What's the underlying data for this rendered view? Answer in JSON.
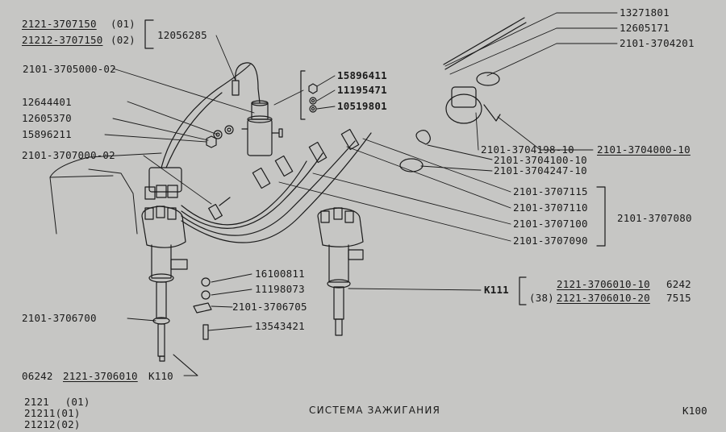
{
  "title": "СИСТЕМА  ЗАЖИГАНИЯ",
  "page_code": "К100",
  "models": [
    {
      "code": "2121",
      "variant": "(01)"
    },
    {
      "code": "21211",
      "variant": "(01)"
    },
    {
      "code": "21212",
      "variant": "(02)"
    }
  ],
  "parts": {
    "p2121_3707150": "2121-3707150",
    "p2121_3707150_var": "(01)",
    "p21212_3707150": "21212-3707150",
    "p21212_3707150_var": "(02)",
    "p12056285": "12056285",
    "p2101_3705000_02": "2101-3705000-02",
    "p15896411": "15896411",
    "p11195471": "11195471",
    "p10519801": "10519801",
    "p12644401": "12644401",
    "p12605370": "12605370",
    "p15896211": "15896211",
    "p2101_3707000_02": "2101-3707000-02",
    "p13271801": "13271801",
    "p12605171": "12605171",
    "p2101_3704201": "2101-3704201",
    "p2101_3704198_10": "2101-3704198-10",
    "p2101_3704000_10": "2101-3704000-10",
    "p2101_3704100_10": "2101-3704100-10",
    "p2101_3704247_10": "2101-3704247-10",
    "p2101_3707115": "2101-3707115",
    "p2101_3707110": "2101-3707110",
    "p2101_3707100": "2101-3707100",
    "p2101_3707090": "2101-3707090",
    "p2101_3707080": "2101-3707080",
    "p16100811": "16100811",
    "p11198073": "11198073",
    "p2101_3706705": "2101-3706705",
    "p13543421": "13543421",
    "p2101_3706700": "2101-3706700",
    "k111": "К111",
    "k111_paren": "(38)",
    "p2121_3706010_10": "2121-3706010-10",
    "p2121_3706010_10_num": "6242",
    "p2121_3706010_20": "2121-3706010-20",
    "p2121_3706010_20_num": "7515",
    "bottom_prefix": "06242",
    "p2121_3706010": "2121-3706010",
    "k110": "К110"
  }
}
